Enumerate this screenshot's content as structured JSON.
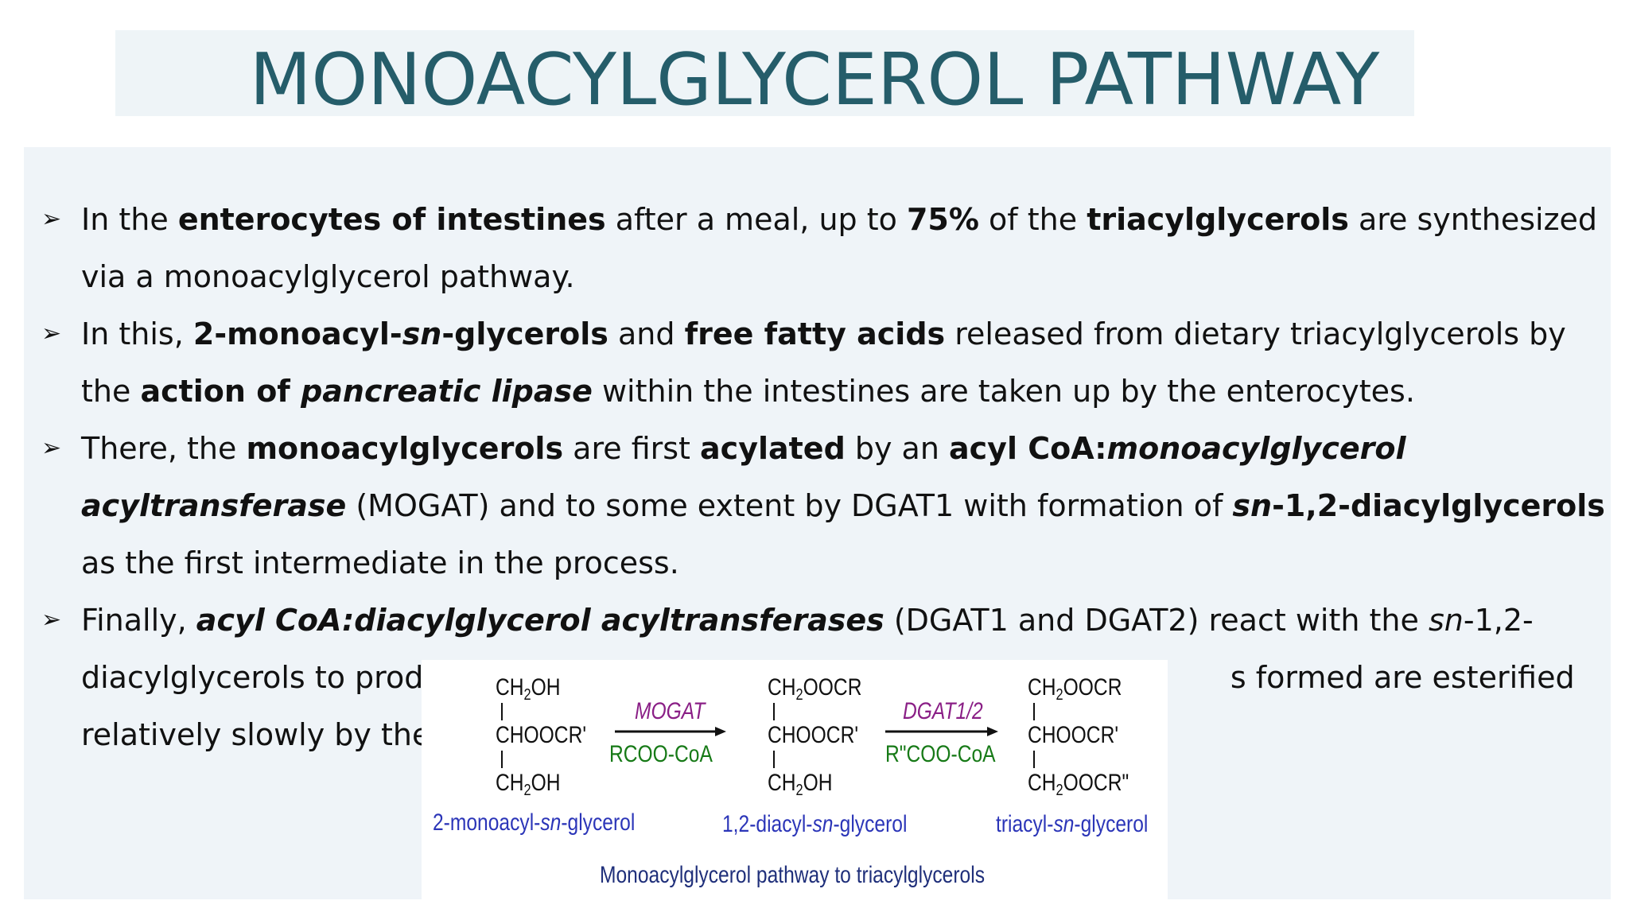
{
  "title": "MONOACYLGLYCEROL PATHWAY",
  "bullets": [
    {
      "parts": [
        {
          "t": "In the ",
          "s": ""
        },
        {
          "t": "enterocytes of intestines",
          "s": "b"
        },
        {
          "t": " after a meal, up to ",
          "s": ""
        },
        {
          "t": "75%",
          "s": "b"
        },
        {
          "t": " of the ",
          "s": ""
        },
        {
          "t": "triacylglycerols",
          "s": "b"
        },
        {
          "t": " are synthesized via a monoacylglycerol pathway.",
          "s": ""
        }
      ]
    },
    {
      "parts": [
        {
          "t": "In this, ",
          "s": ""
        },
        {
          "t": "2-monoacyl-",
          "s": "b"
        },
        {
          "t": "sn",
          "s": "bi"
        },
        {
          "t": "-glycerols",
          "s": "b"
        },
        {
          "t": " and ",
          "s": ""
        },
        {
          "t": "free fatty acids",
          "s": "b"
        },
        {
          "t": "  released from dietary triacylglycerols by the ",
          "s": ""
        },
        {
          "t": "action of ",
          "s": "b"
        },
        {
          "t": "pancreatic lipase",
          "s": "bi"
        },
        {
          "t": "  within the intestines are taken up by the enterocytes.",
          "s": ""
        }
      ]
    },
    {
      "parts": [
        {
          "t": "There, the ",
          "s": ""
        },
        {
          "t": "monoacylglycerols",
          "s": "b"
        },
        {
          "t": " are first ",
          "s": ""
        },
        {
          "t": "acylated",
          "s": "b"
        },
        {
          "t": " by an ",
          "s": ""
        },
        {
          "t": "acyl CoA:",
          "s": "b"
        },
        {
          "t": "monoacylglycerol acyltransferase",
          "s": "bi"
        },
        {
          "t": " (MOGAT) and to some extent by DGAT1 with formation of ",
          "s": ""
        },
        {
          "t": "sn",
          "s": "bi"
        },
        {
          "t": "-1,2-diacylglycerols",
          "s": "b"
        },
        {
          "t": "  as the first intermediate in the process.",
          "s": ""
        }
      ]
    },
    {
      "parts": [
        {
          "t": "Finally, ",
          "s": ""
        },
        {
          "t": "acyl CoA:diacylglycerol acyltransferases",
          "s": "bi"
        },
        {
          "t": "  (DGAT1 and DGAT2) react with the ",
          "s": ""
        },
        {
          "t": "sn",
          "s": "i"
        },
        {
          "t": "-1,2-diacylglycerols to produ",
          "s": ""
        },
        {
          "t": "                                                                                  ",
          "s": ""
        },
        {
          "t": "s formed are esterified relatively slowly by thes",
          "s": ""
        }
      ]
    }
  ],
  "figure": {
    "mol1": {
      "top": "CH",
      "top_sub": "2",
      "top_end": "OH",
      "mid": "CHOOCR'",
      "bot": "CH",
      "bot_sub": "2",
      "bot_end": "OH"
    },
    "mol2": {
      "top": "CH",
      "top_sub": "2",
      "top_end": "OOCR",
      "mid": "CHOOCR'",
      "bot": "CH",
      "bot_sub": "2",
      "bot_end": "OH"
    },
    "mol3": {
      "top": "CH",
      "top_sub": "2",
      "top_end": "OOCR",
      "mid": "CHOOCR'",
      "bot": "CH",
      "bot_sub": "2",
      "bot_end": "OOCR\""
    },
    "step1": {
      "enzyme": "MOGAT",
      "reagent": "RCOO-CoA"
    },
    "step2": {
      "enzyme": "DGAT1/2",
      "reagent": "R\"COO-CoA"
    },
    "label1": {
      "a": "2-monoacyl-",
      "b": "sn",
      "c": "-glycerol"
    },
    "label2": {
      "a": "1,2-diacyl-",
      "b": "sn",
      "c": "-glycerol"
    },
    "label3": {
      "a": "triacyl-",
      "b": "sn",
      "c": "-glycerol"
    },
    "caption": "Monoacylglycerol pathway to triacylglycerols"
  },
  "colors": {
    "title": "#255d6a",
    "enzyme": "#8a1f86",
    "reagent": "#177a17",
    "label": "#2b35b8"
  }
}
